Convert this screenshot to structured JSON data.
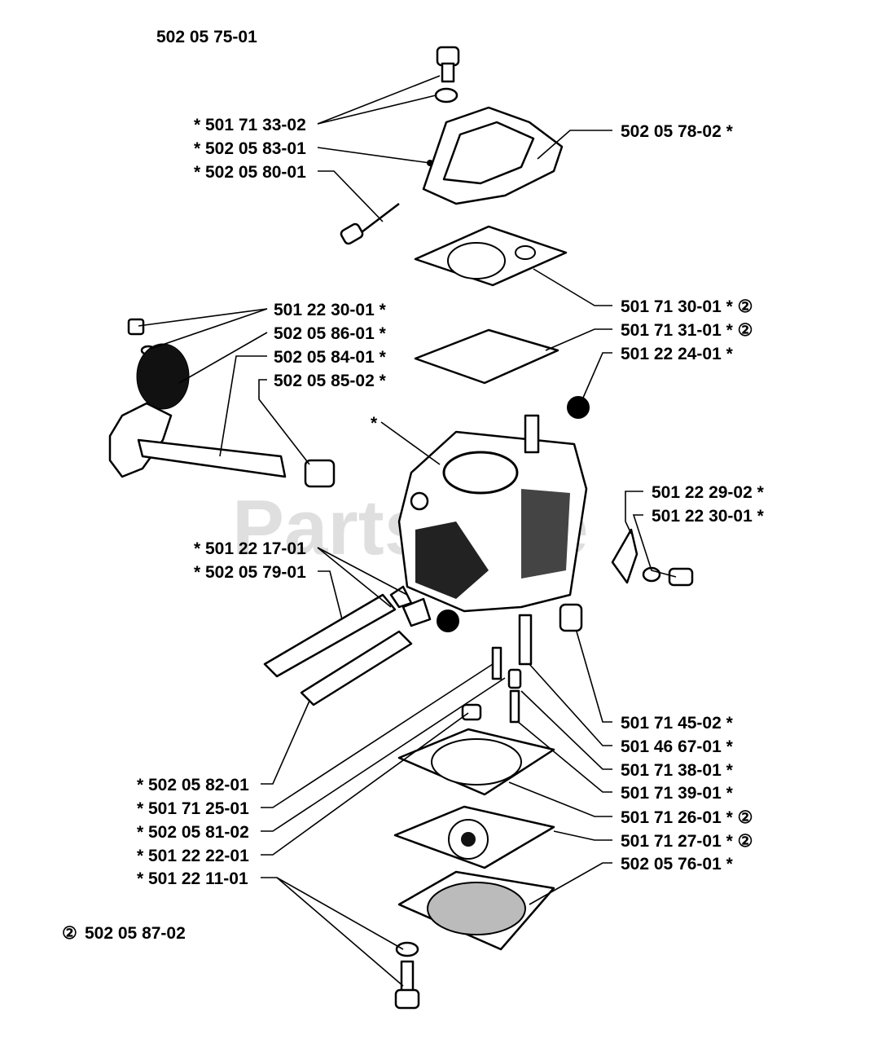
{
  "assembly_number": "502 05 75-01",
  "watermark": "PartsTree",
  "footnote": {
    "symbol": "②",
    "part_number": "502 05 87-02"
  },
  "callouts": [
    {
      "id": "c1",
      "text": "* 501 71 33-02"
    },
    {
      "id": "c2",
      "text": "* 502 05 83-01"
    },
    {
      "id": "c3",
      "text": "* 502 05 80-01"
    },
    {
      "id": "c4",
      "text": "502 05 78-02 *"
    },
    {
      "id": "c5",
      "text": "501 71 30-01 * ②"
    },
    {
      "id": "c6",
      "text": "501 71 31-01 * ②"
    },
    {
      "id": "c7",
      "text": "501 22 24-01 *"
    },
    {
      "id": "c8",
      "text": "501 22 30-01 *"
    },
    {
      "id": "c9",
      "text": "502 05 86-01 *"
    },
    {
      "id": "c10",
      "text": "502 05 84-01 *"
    },
    {
      "id": "c11",
      "text": "502 05 85-02 *"
    },
    {
      "id": "c12",
      "text": "*"
    },
    {
      "id": "c13",
      "text": "501 22 29-02 *"
    },
    {
      "id": "c14",
      "text": "501 22 30-01 *"
    },
    {
      "id": "c15",
      "text": "* 501 22 17-01"
    },
    {
      "id": "c16",
      "text": "* 502 05 79-01"
    },
    {
      "id": "c17",
      "text": "501 71 45-02 *"
    },
    {
      "id": "c18",
      "text": "501 46 67-01 *"
    },
    {
      "id": "c19",
      "text": "501 71 38-01 *"
    },
    {
      "id": "c20",
      "text": "501 71 39-01 *"
    },
    {
      "id": "c21",
      "text": "501 71 26-01 * ②"
    },
    {
      "id": "c22",
      "text": "501 71 27-01 * ②"
    },
    {
      "id": "c23",
      "text": "502 05 76-01 *"
    },
    {
      "id": "c24",
      "text": "* 502 05 82-01"
    },
    {
      "id": "c25",
      "text": "* 501 71 25-01"
    },
    {
      "id": "c26",
      "text": "* 502 05 81-02"
    },
    {
      "id": "c27",
      "text": "* 501 22 22-01"
    },
    {
      "id": "c28",
      "text": "* 501 22 11-01"
    }
  ]
}
